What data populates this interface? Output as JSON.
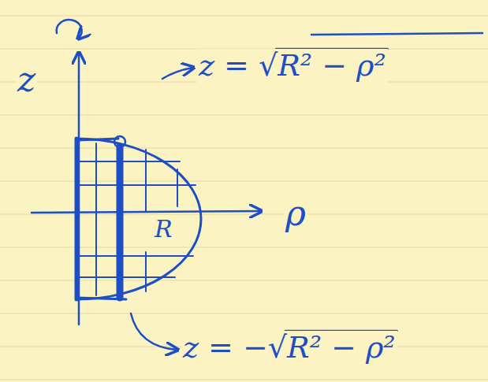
{
  "diagram": {
    "labels": [
      "z",
      "ρ",
      "R",
      "z = √R² − ρ²",
      "z = −√R² − ρ²"
    ]
  }
}
